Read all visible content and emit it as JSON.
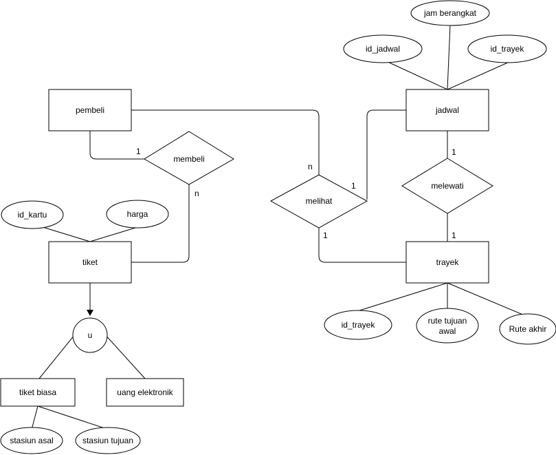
{
  "entities": {
    "pembeli": "pembeli",
    "tiket": "tiket",
    "jadwal": "jadwal",
    "trayek": "trayek",
    "tiket_biasa": "tiket biasa",
    "uang_elektronik": "uang elektronik"
  },
  "relationships": {
    "membeli": "membeli",
    "melihat": "melihat",
    "melewati": "melewati"
  },
  "attributes": {
    "id_kartu": "id_kartu",
    "harga": "harga",
    "id_jadwal": "id_jadwal",
    "jam_berangkat": "jam berangkat",
    "id_trayek_jadwal": "id_trayek",
    "id_trayek": "id_trayek",
    "rute_tujuan_awal_line1": "rute tujuan",
    "rute_tujuan_awal_line2": "awal",
    "rute_akhir": "Rute akhir",
    "stasiun_asal": "stasiun asal",
    "stasiun_tujuan": "stasiun tujuan"
  },
  "specialization": {
    "union": "u"
  },
  "cardinalities": {
    "pembeli_membeli": "1",
    "membeli_tiket": "n",
    "pembeli_melihat": "n",
    "jadwal_melihat": "1",
    "trayek_melihat": "1",
    "jadwal_melewati": "1",
    "trayek_melewati": "1"
  }
}
